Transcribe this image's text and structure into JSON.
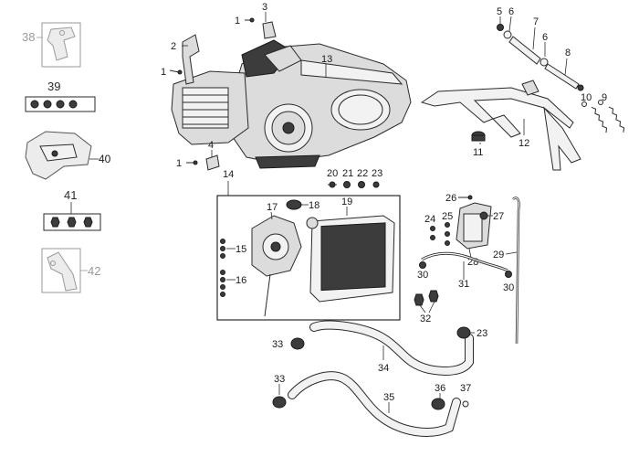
{
  "callouts": {
    "c1": "1",
    "c2": "2",
    "c3": "3",
    "c4": "4",
    "c5": "5",
    "c6": "6",
    "c7": "7",
    "c8": "8",
    "c9": "9",
    "c10": "10",
    "c11": "11",
    "c12": "12",
    "c13": "13",
    "c14": "14",
    "c15": "15",
    "c16": "16",
    "c17": "17",
    "c18": "18",
    "c19": "19",
    "c20": "20",
    "c21": "21",
    "c22": "22",
    "c23": "23",
    "c24": "24",
    "c25": "25",
    "c26": "26",
    "c27": "27",
    "c28": "28",
    "c29": "29",
    "c30": "30",
    "c31": "31",
    "c32": "32",
    "c33": "33",
    "c34": "34",
    "c35": "35",
    "c36": "36",
    "c37": "37",
    "c38": "38",
    "c39": "39",
    "c40": "40",
    "c41": "41",
    "c42": "42"
  }
}
